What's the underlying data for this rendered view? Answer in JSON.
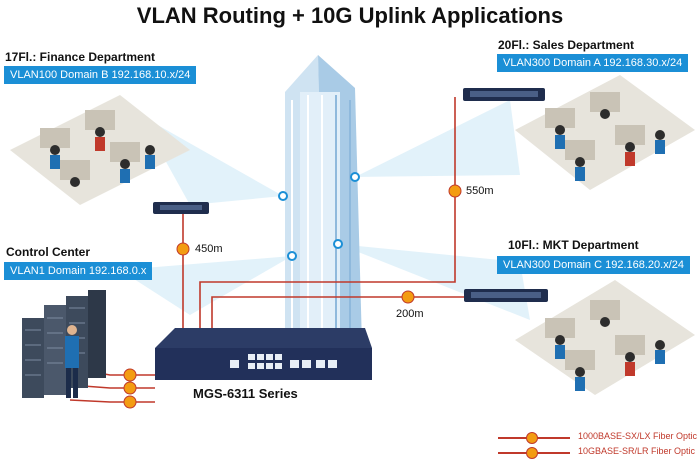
{
  "title": "VLAN Routing + 10G Uplink Applications",
  "departments": {
    "finance": {
      "name": "17Fl.: Finance Department",
      "vlan": "VLAN100 Domain B 192.168.10.x/24"
    },
    "sales": {
      "name": "20Fl.: Sales Department",
      "vlan": "VLAN300 Domain A 192.168.30.x/24"
    },
    "control": {
      "name": "Control Center",
      "vlan": "VLAN1 Domain 192.168.0.x"
    },
    "mkt": {
      "name": "10Fl.: MKT Department",
      "vlan": "VLAN300 Domain C 192.168.20.x/24"
    }
  },
  "distances": {
    "finance": "450m",
    "sales": "550m",
    "mkt": "200m"
  },
  "model": "MGS-6311 Series",
  "legend": {
    "fiber_1g": "1000BASE-SX/LX Fiber Optic",
    "fiber_10g": "10GBASE-SR/LR Fiber Optic"
  },
  "colors": {
    "link": "#c0392b",
    "badge": "#f39c12",
    "vlan_box": "#1b8fd6",
    "building": "#bcd9ee"
  }
}
